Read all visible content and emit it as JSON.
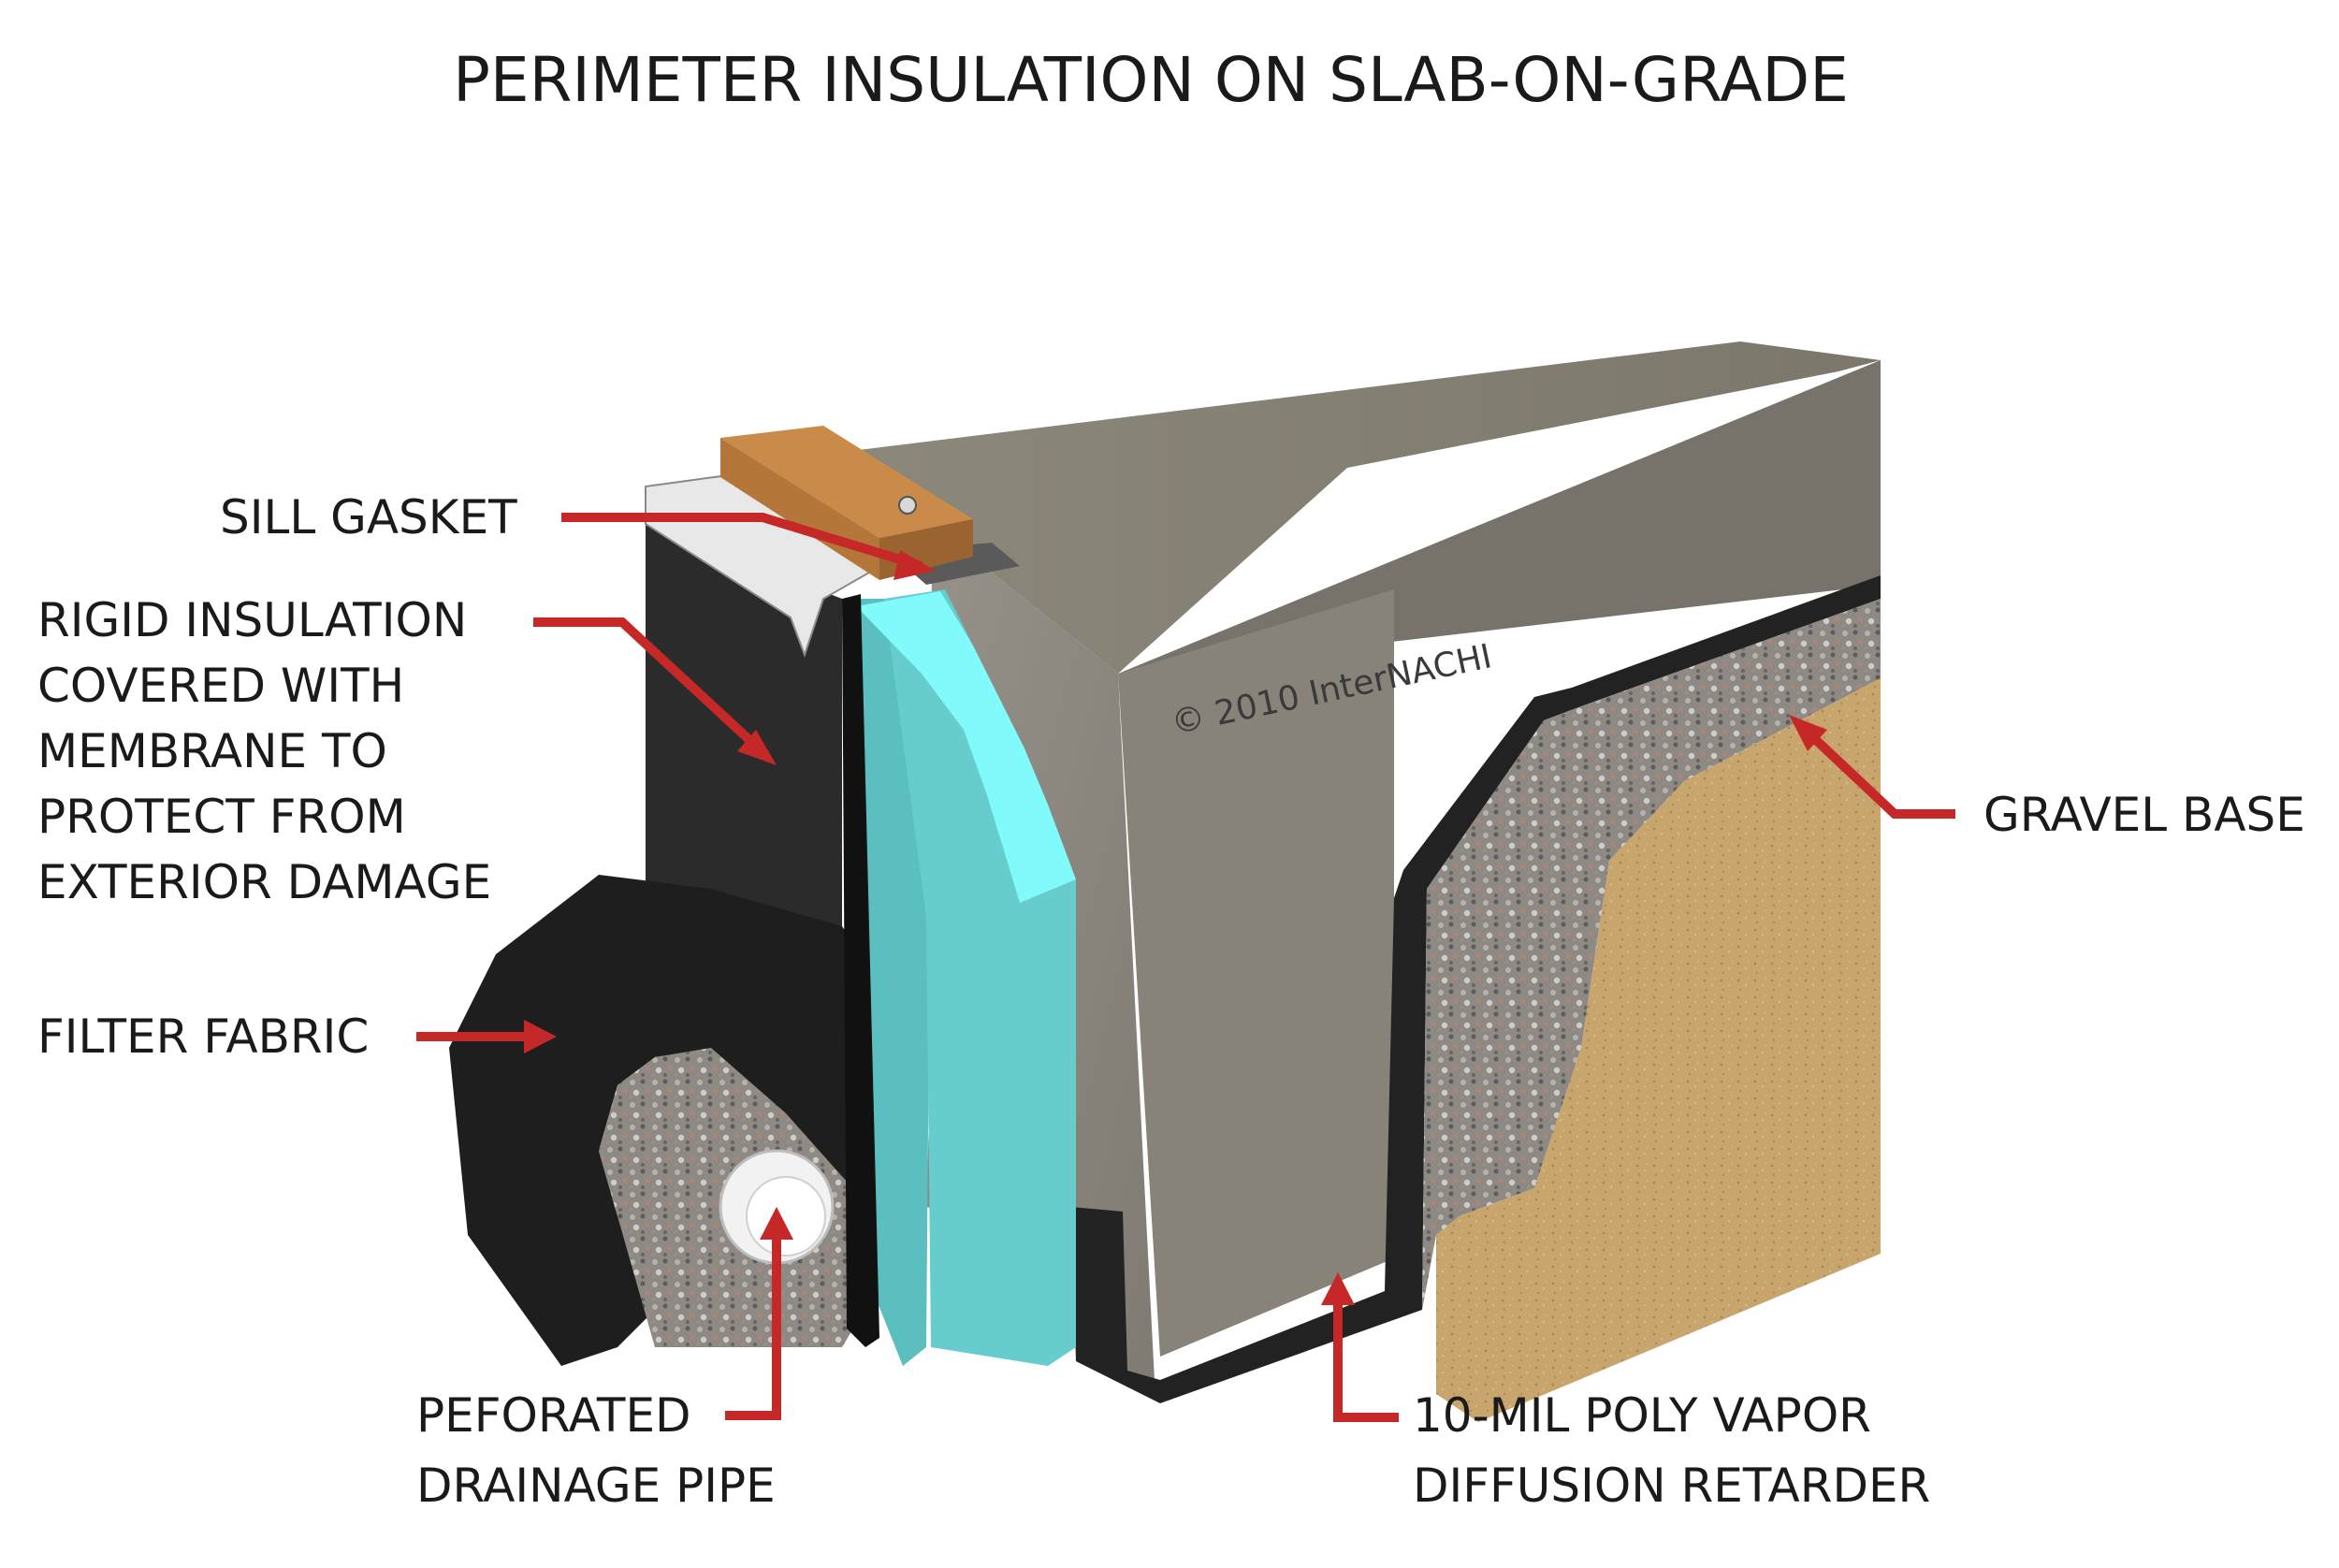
{
  "title": "PERIMETER INSULATION ON SLAB-ON-GRADE",
  "watermark": "© 2010  InterNACHI",
  "labels": {
    "sill_gasket": "SILL GASKET",
    "rigid_insulation": [
      "RIGID INSULATION",
      "COVERED WITH",
      "MEMBRANE TO",
      "PROTECT FROM",
      "EXTERIOR DAMAGE"
    ],
    "filter_fabric": "FILTER FABRIC",
    "drainage_pipe": [
      "PEFORATED",
      "DRAINAGE PIPE"
    ],
    "gravel_base": "GRAVEL BASE",
    "vapor_retarder": [
      "10-MIL POLY VAPOR",
      "DIFFUSION RETARDER"
    ]
  },
  "colors": {
    "callout": "#c62828",
    "insulation": "#66cccc",
    "insulation_light": "#80fafa",
    "membrane": "#222222",
    "concrete": "#8f8a80",
    "concrete_top": "#8a8579",
    "soil": "#c9a56e",
    "wood": "#b5763a"
  }
}
